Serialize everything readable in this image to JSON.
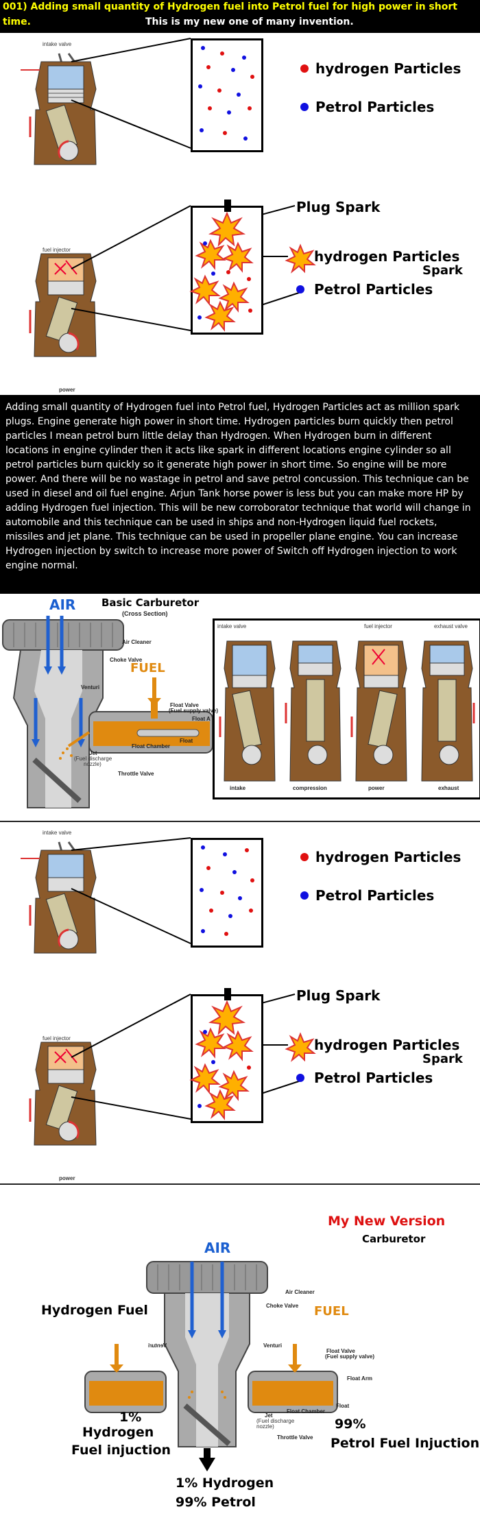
{
  "header": {
    "line1": "001) Adding small quantity of Hydrogen fuel into Petrol fuel for high power in short",
    "line2a": "time.",
    "line2b": "This is my new one of many invention.",
    "accent_color": "#ffff00"
  },
  "panel1": {
    "intake_valve": "intake valve",
    "legend_hydrogen": "hydrogen Particles",
    "legend_petrol": "Petrol Particles",
    "colors": {
      "hydrogen": "#e01010",
      "petrol": "#1010e0"
    }
  },
  "panel2": {
    "fuel_injector": "fuel injector",
    "power": "power",
    "plug_spark": "Plug Spark",
    "hydrogen_particles": "hydrogen Particles",
    "spark": "Spark",
    "petrol_particles": "Petrol Particles"
  },
  "paragraph": "Adding small quantity of Hydrogen fuel into Petrol fuel, Hydrogen Particles act as million spark plugs. Engine generate high power in short time. Hydrogen particles burn quickly then petrol particles I mean petrol burn little delay than Hydrogen. When Hydrogen burn in different locations in engine cylinder then it acts like spark in different locations engine cylinder so all petrol particles burn quickly so it generate high power in short time. So engine will be more power. And there will be no wastage in petrol and save petrol concussion. This technique can be used in diesel and oil fuel engine.  Arjun Tank horse power is less but you can make more HP by adding Hydrogen fuel injection.  This will be new corroborator technique that world will change in automobile and this technique can be used in ships and non-Hydrogen liquid fuel rockets, missiles and jet plane.  This technique can be used in propeller plane engine.  You can increase Hydrogen injection by switch to increase more power of Switch off Hydrogen injection to work engine normal.",
  "carb1": {
    "air": "AIR",
    "title": "Basic Carburetor",
    "subtitle": "(Cross Section)",
    "fuel": "FUEL",
    "air_cleaner": "Air Cleaner",
    "choke_valve": "Choke Valve",
    "venturi": "Venturi",
    "float_valve": "Float Valve",
    "fuel_supply_valve": "(Fuel supply valve)",
    "float_arm": "Float A",
    "float": "Float",
    "float_chamber": "Float Chamber",
    "jet": "Jet",
    "fuel_discharge": "(Fuel discharge",
    "nozzle": "nozzle)",
    "throttle_valve": "Throttle Valve"
  },
  "strokes": {
    "intake_valve": "intake valve",
    "fuel_injector": "fuel injector",
    "exhaust_valve": "exhaust valve",
    "labels": [
      "intake",
      "compression",
      "power",
      "exhaust"
    ]
  },
  "panel3": {
    "intake_valve": "intake valve",
    "legend_hydrogen": "hydrogen Particles",
    "legend_petrol": "Petrol Particles"
  },
  "panel4": {
    "fuel_injector": "fuel injector",
    "power": "power",
    "plug_spark": "Plug Spark",
    "hydrogen_particles": "hydrogen Particles",
    "spark": "Spark",
    "petrol_particles": "Petrol Particles"
  },
  "carb2": {
    "version": "My New Version",
    "carburetor": "Carburetor",
    "air": "AIR",
    "hydrogen_fuel": "Hydrogen Fuel",
    "fuel": "FUEL",
    "air_cleaner": "Air Cleaner",
    "choke_valve": "Choke Valve",
    "venturi": "Venturi",
    "venturi_mirror": "Venturi",
    "float_valve": "Float Valve",
    "fuel_supply_valve": "(Fuel supply valve)",
    "float_arm": "Float Arm",
    "float": "Float",
    "float_chamber": "Float Chamber",
    "jet": "Jet",
    "fuel_discharge": "(Fuel discharge",
    "nozzle": "nozzle)",
    "throttle_valve": "Throttle Valve",
    "h_pct": "1%",
    "h_word": "Hydrogen",
    "h_inj": "Fuel injuction",
    "p_pct": "99%",
    "p_inj": "Petrol Fuel Injuction",
    "mix1": "1% Hydrogen",
    "mix2": "99% Petrol",
    "version_color": "#dd1111"
  }
}
